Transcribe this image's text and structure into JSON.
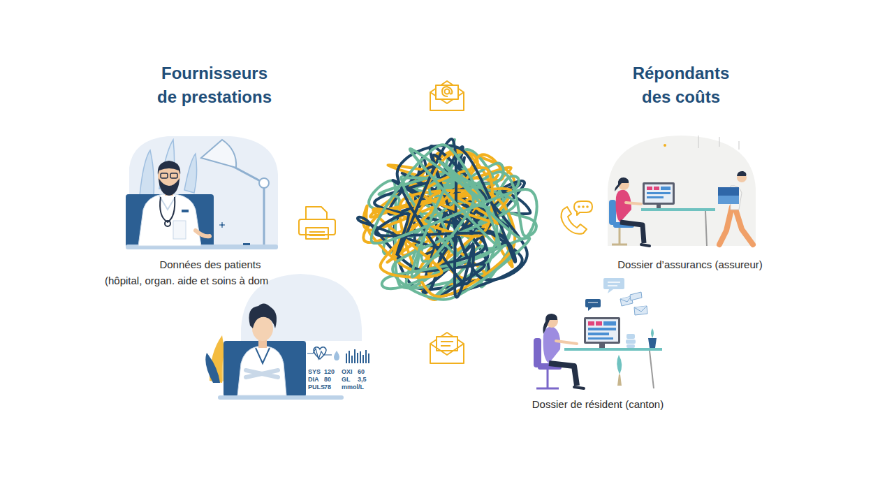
{
  "diagram": {
    "labels": [
      "Fournisseurs de prestations",
      "Répondants des coûts",
      "Données des patients",
      "(hôpital, organ. aide et soins à dom",
      "Dossier d’assurancs (assureur)",
      "Dossier de résident (canton)",
      "SYS",
      "120",
      "DIA",
      "80",
      "PULS",
      "78",
      "OXI",
      "60",
      "GL",
      "3,5",
      "mmol/L"
    ]
  }
}
